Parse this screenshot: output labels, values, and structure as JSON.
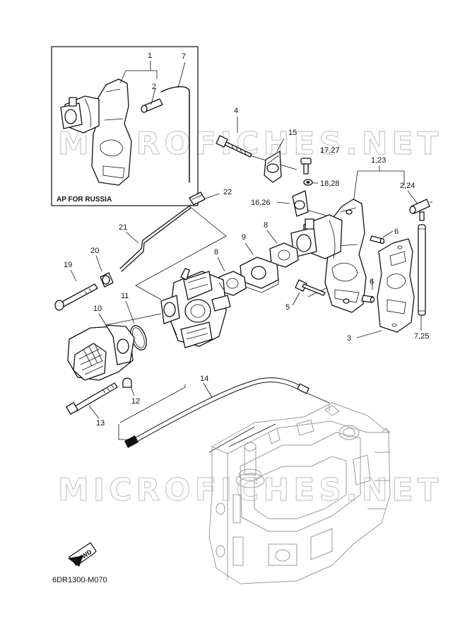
{
  "inset": {
    "caption": "AP FOR RUSSIA"
  },
  "watermark": {
    "text": "MICROFICHES.NET"
  },
  "callouts": {
    "c1": "1",
    "c2": "2",
    "c7": "7",
    "c4": "4",
    "c15": "15",
    "c17_27": "17,27",
    "c18_28": "18,28",
    "c1_23": "1,23",
    "c2_24": "2,24",
    "c22": "22",
    "c16_26": "16,26",
    "c21": "21",
    "c9": "9",
    "c8a": "8",
    "c8b": "8",
    "c6a": "6",
    "c6b": "6",
    "c20": "20",
    "c19": "19",
    "c11": "11",
    "c5": "5",
    "c10": "10",
    "c3": "3",
    "c7_25": "7,25",
    "c12": "12",
    "c13": "13",
    "c14": "14"
  },
  "fwd_badge": "FWD",
  "doc_id": "6DR1300-M070"
}
